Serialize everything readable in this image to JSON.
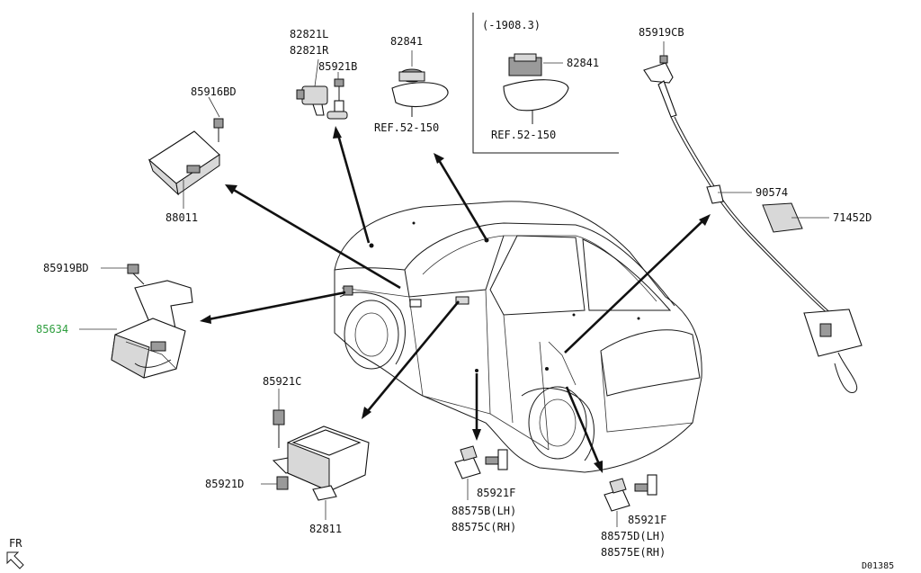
{
  "diagram": {
    "sheet_code": "D01385",
    "inset_note": "(-1908.3)",
    "orientation_label": "FR",
    "labels": {
      "p82821L": "82821L",
      "p82821R": "82821R",
      "p85921B": "85921B",
      "p82841a": "82841",
      "ref1": "REF.52-150",
      "p82841b": "82841",
      "ref2": "REF.52-150",
      "p85919CB": "85919CB",
      "p85916BD": "85916BD",
      "p88011": "88011",
      "p90574": "90574",
      "p71452D": "71452D",
      "p85919BD": "85919BD",
      "p85634": "85634",
      "p85921C": "85921C",
      "p85921D": "85921D",
      "p82811": "82811",
      "p85921F_a": "85921F",
      "p88575B": "88575B(LH)",
      "p88575C": "88575C(RH)",
      "p85921F_b": "85921F",
      "p88575D": "88575D(LH)",
      "p88575E": "88575E(RH)"
    },
    "highlight_color": "#2e9e3e",
    "line_color": "#1a1a1a"
  }
}
